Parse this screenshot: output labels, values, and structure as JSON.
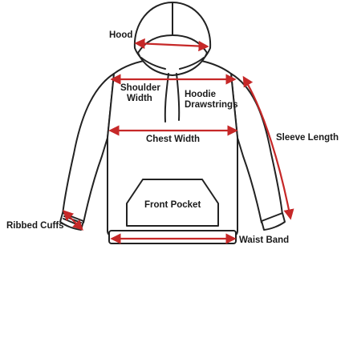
{
  "colors": {
    "arrow": "#c62828",
    "outline": "#222222",
    "background": "#ffffff"
  },
  "labels": {
    "hood": "Hood",
    "shoulder_width_line1": "Shoulder",
    "shoulder_width_line2": "Width",
    "drawstrings_line1": "Hoodie",
    "drawstrings_line2": "Drawstrings",
    "chest_width": "Chest Width",
    "sleeve_length": "Sleeve Length",
    "front_pocket": "Front Pocket",
    "ribbed_cuffs": "Ribbed Cuffs",
    "waist_band": "Waist Band"
  }
}
